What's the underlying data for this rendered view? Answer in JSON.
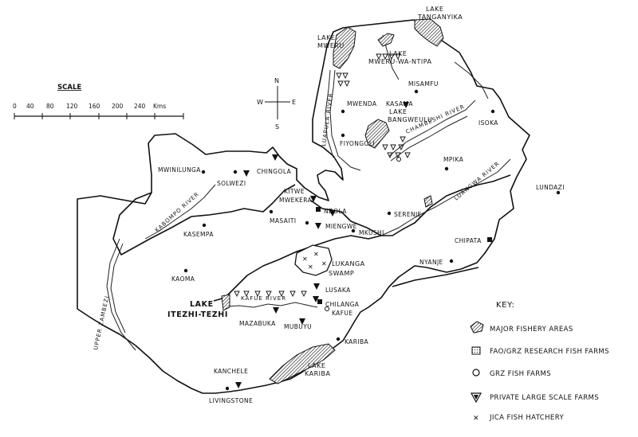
{
  "scale": {
    "title": "SCALE",
    "ticks": [
      "0",
      "40",
      "80",
      "120",
      "160",
      "200",
      "240"
    ],
    "unit": "Kms"
  },
  "compass": {
    "north": "N",
    "south": "S",
    "east": "E",
    "west": "W"
  },
  "lakes": {
    "tanganyika": [
      "LAKE",
      "TANGANYIKA"
    ],
    "mweru": [
      "LAKE",
      "MWERU"
    ],
    "mweru_wa_ntipa": [
      "LAKE",
      "MWERU-WA-NTIPA"
    ],
    "bangweulu": [
      "LAKE",
      "BANGWEULU"
    ],
    "lukanga": [
      "LUKANGA",
      "SWAMP"
    ],
    "itezhi": [
      "LAKE",
      "ITEZHI-TEZHI"
    ],
    "kariba": [
      "LAKE",
      "KARIBA"
    ]
  },
  "rivers": {
    "luapula": "LUAPULA RIVER",
    "chambeshi": "CHAMBESHI RIVER",
    "luangwa": "LUANGWA RIVER",
    "kabompo": "KABOMPO RIVER",
    "kafue": "KAFUE  RIVER",
    "zambezi": "UPPER ZAMBEZI"
  },
  "places": {
    "misamfu": "MISAMFU",
    "kasama": "KASAMA",
    "mwenda": "MWENDA",
    "isoka": "ISOKA",
    "fiyongoli": "FIYONGOLI",
    "mpika": "MPIKA",
    "lundazi": "LUNDAZI",
    "mwinilunga": "MWINILUNGA",
    "solwezi": "SOLWEZI",
    "chingola": "CHINGOLA",
    "kitwe": "KITWE",
    "mwekera": "MWEKERA",
    "ndola": "NDOLA",
    "masaiti": "MASAITI",
    "miengwe": "MIENGWE",
    "serenje": "SERENJE",
    "kasempa": "KASEMPA",
    "mkushi": "MKUSHI",
    "chipata": "CHIPATA",
    "nyanje": "NYANJE",
    "kaoma": "KAOMA",
    "lusaka": "LUSAKA",
    "chilanga": "CHILANGA",
    "kafue": "KAFUE",
    "mazabuka": "MAZABUKA",
    "mubuyu": "MUBUYU",
    "kariba": "KARIBA",
    "kanchele": "KANCHELE",
    "livingstone": "LIVINGSTONE"
  },
  "key": {
    "title": "KEY:",
    "items": [
      {
        "symbol": "hatched",
        "label": "MAJOR FISHERY AREAS"
      },
      {
        "symbol": "square",
        "label": "FAO/GRZ RESEARCH FISH FARMS"
      },
      {
        "symbol": "circle",
        "label": "GRZ FISH FARMS"
      },
      {
        "symbol": "triangle",
        "label": "PRIVATE LARGE SCALE FARMS"
      },
      {
        "symbol": "cross",
        "label": "JICA FISH HATCHERY"
      }
    ]
  }
}
